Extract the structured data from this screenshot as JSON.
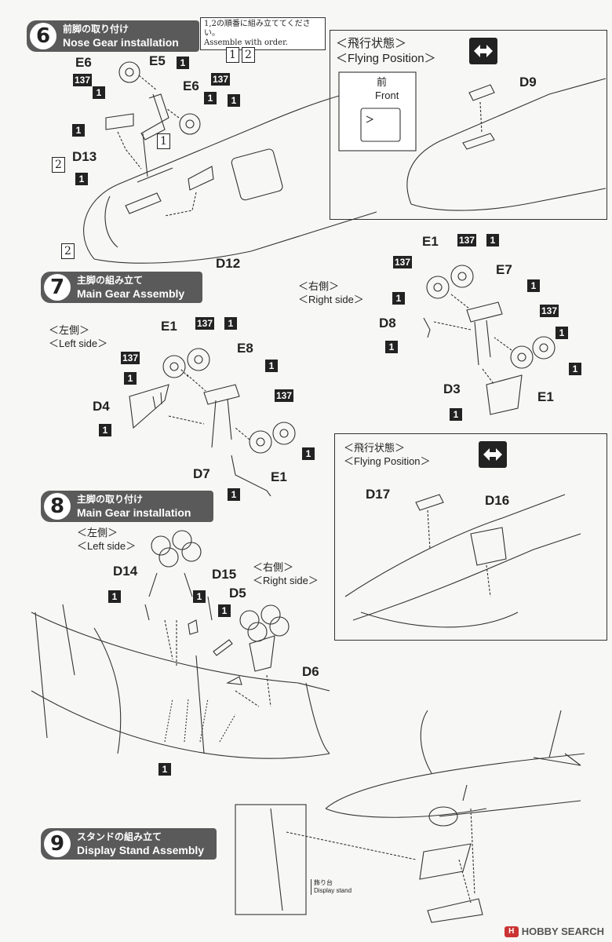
{
  "steps": [
    {
      "num": "6",
      "jp": "前脚の取り付け",
      "en": "Nose Gear installation"
    },
    {
      "num": "7",
      "jp": "主脚の組み立て",
      "en": "Main Gear Assembly"
    },
    {
      "num": "8",
      "jp": "主脚の取り付け",
      "en": "Main Gear installation"
    },
    {
      "num": "9",
      "jp": "スタンドの組み立て",
      "en": "Display Stand Assembly"
    }
  ],
  "order_note": {
    "jp": "1,2の順番に組み立ててください。",
    "en": "Assemble with order."
  },
  "order_marks": [
    "1",
    "2"
  ],
  "flying": {
    "jp": "＜飛行状態＞",
    "en": "＜Flying Position＞"
  },
  "front": {
    "jp": "前",
    "en": "Front"
  },
  "left_side": {
    "jp": "＜左側＞",
    "en": "＜Left side＞"
  },
  "right_side": {
    "jp": "＜右側＞",
    "en": "＜Right side＞"
  },
  "stand_label": {
    "jp": "飾り台",
    "en": "Display stand"
  },
  "parts": {
    "e6a": "E6",
    "e5": "E5",
    "e6b": "E6",
    "d13": "D13",
    "d12": "D12",
    "d9": "D9",
    "e1_right": "E1",
    "e7": "E7",
    "d8": "D8",
    "d3": "D3",
    "e1_right_b": "E1",
    "e1_left": "E1",
    "e8": "E8",
    "d4": "D4",
    "d7": "D7",
    "e1_left_b": "E1",
    "d17": "D17",
    "d16": "D16",
    "d14": "D14",
    "d15": "D15",
    "d5": "D5",
    "d6": "D6"
  },
  "badges": {
    "one": "1",
    "code": "137"
  },
  "watermark": {
    "logo": "H",
    "text": "HOBBY SEARCH"
  }
}
